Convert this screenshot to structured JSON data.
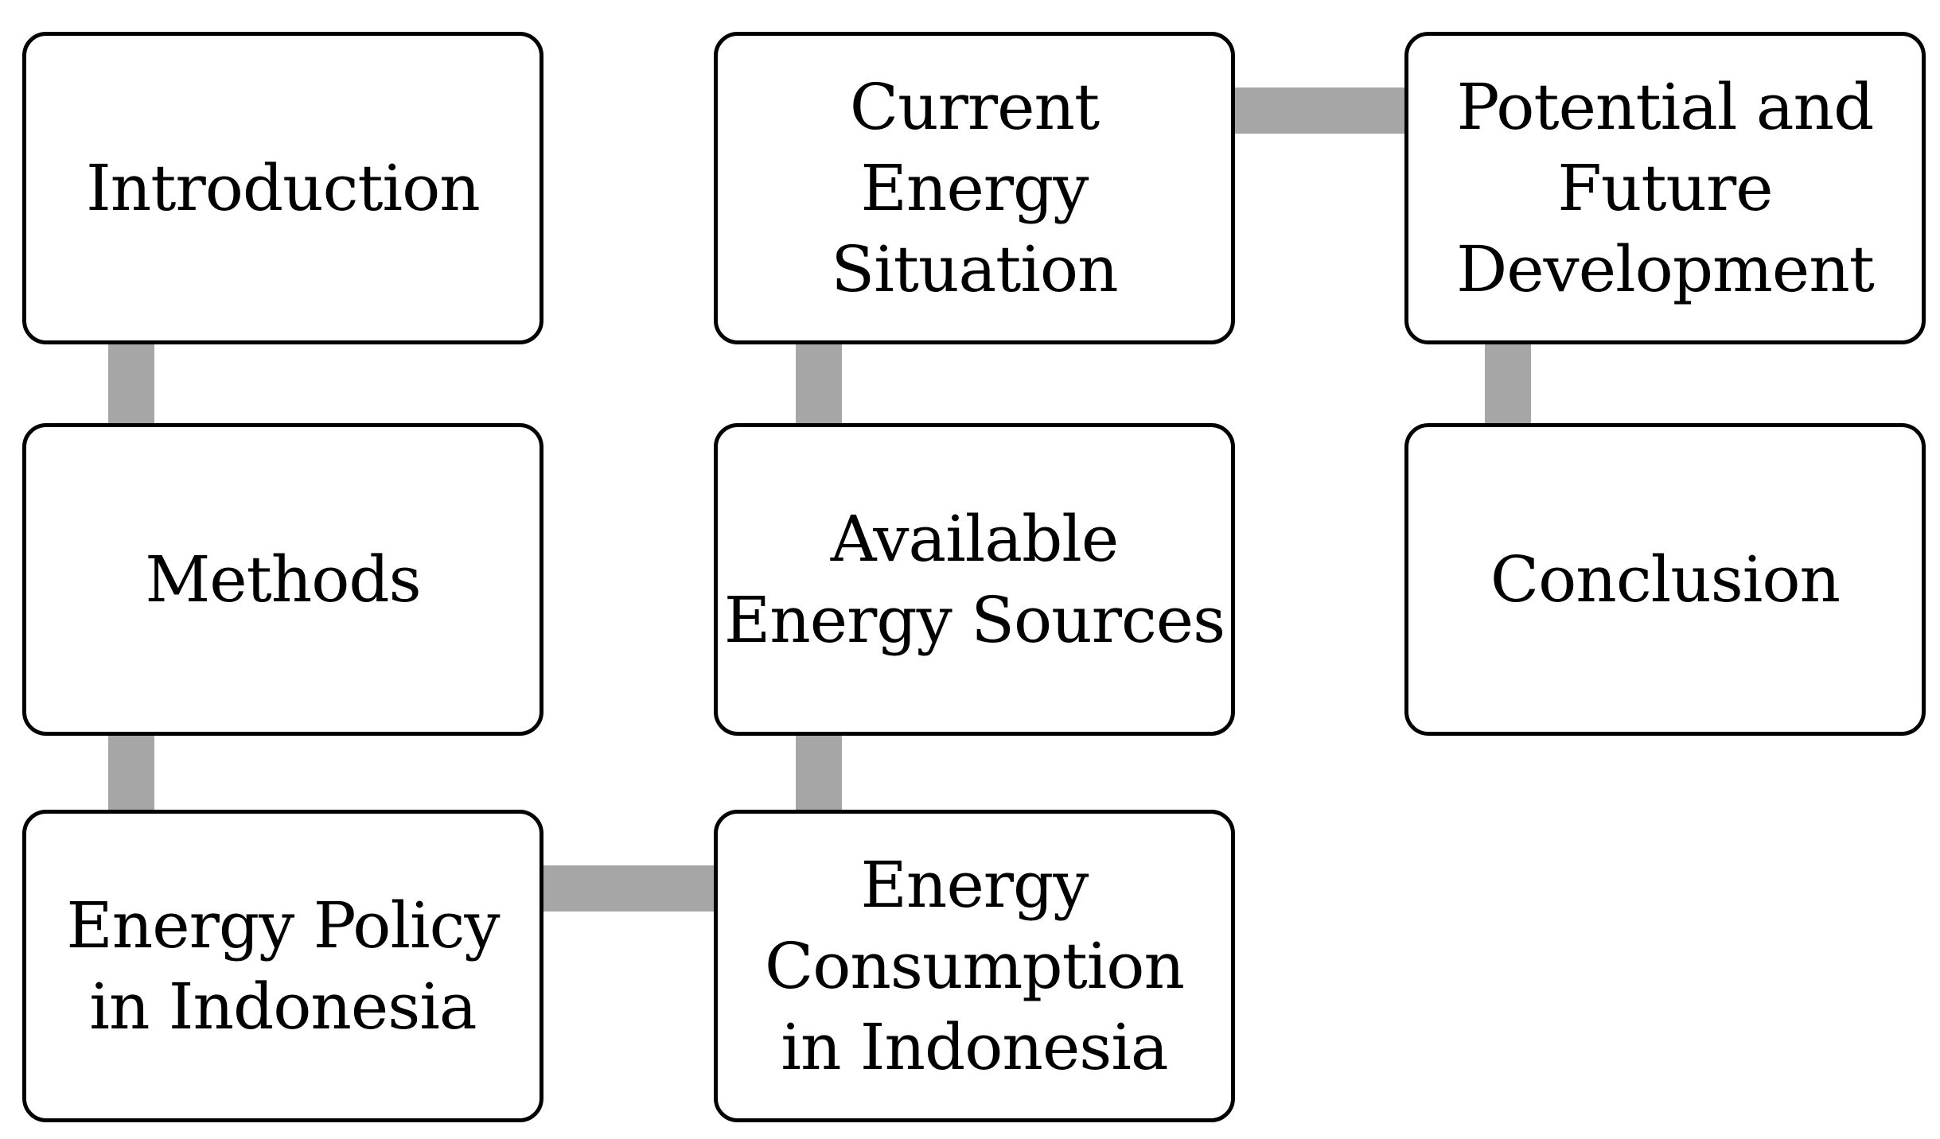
{
  "diagram": {
    "boxes": {
      "introduction": "Introduction",
      "methods": "Methods",
      "energy_policy": "Energy Policy\nin Indonesia",
      "current_energy": "Current\nEnergy\nSituation",
      "available_sources": "Available\nEnergy Sources",
      "energy_consumption": "Energy\nConsumption\nin Indonesia",
      "potential_future": "Potential and\nFuture\nDevelopment",
      "conclusion": "Conclusion"
    },
    "connector_color": "#a6a6a6",
    "box_border_color": "#000000",
    "flow": [
      "Introduction",
      "Methods",
      "Energy Policy in Indonesia",
      "Energy Consumption in Indonesia",
      "Available Energy Sources",
      "Current Energy Situation",
      "Potential and Future Development",
      "Conclusion"
    ]
  }
}
